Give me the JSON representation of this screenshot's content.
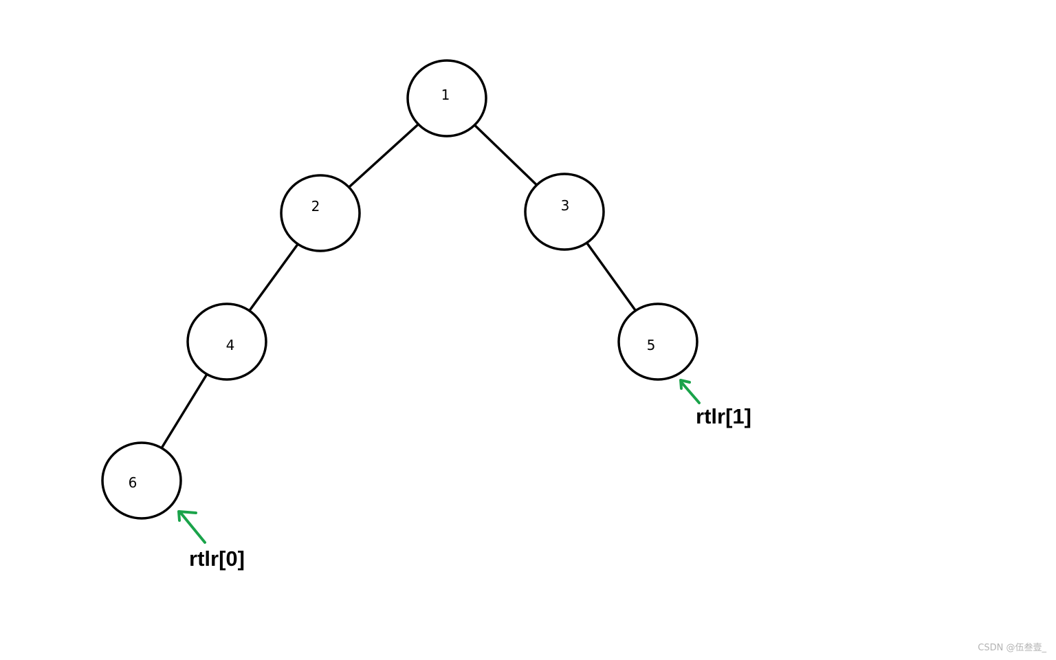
{
  "diagram": {
    "type": "binary-tree",
    "nodes": [
      {
        "id": "1",
        "label": "1"
      },
      {
        "id": "2",
        "label": "2"
      },
      {
        "id": "3",
        "label": "3"
      },
      {
        "id": "4",
        "label": "4"
      },
      {
        "id": "5",
        "label": "5"
      },
      {
        "id": "6",
        "label": "6"
      }
    ],
    "edges": [
      {
        "from": "1",
        "to": "2"
      },
      {
        "from": "1",
        "to": "3"
      },
      {
        "from": "2",
        "to": "4"
      },
      {
        "from": "4",
        "to": "6"
      },
      {
        "from": "3",
        "to": "5"
      }
    ],
    "pointers": [
      {
        "label": "rtlr[0]",
        "target": "6"
      },
      {
        "label": "rtlr[1]",
        "target": "5"
      }
    ],
    "colors": {
      "edge": "#000000",
      "node_stroke": "#000000",
      "node_fill": "#ffffff",
      "pointer_arrow": "#1aa34a"
    }
  },
  "watermark": {
    "text": "CSDN @伍叁壹_"
  }
}
